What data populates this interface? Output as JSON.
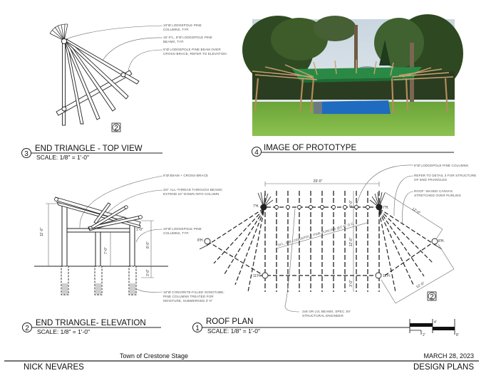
{
  "sheet": {
    "project": "Town of Crestone Stage",
    "date": "MARCH 28, 2023",
    "author": "NICK NEVARES",
    "sheet_title": "DESIGN PLANS"
  },
  "details": [
    {
      "number": "3",
      "title": "END TRIANGLE - TOP VIEW",
      "scale": "SCALE: 1/8\" = 1'-0\"",
      "ref_tag": "2",
      "notes": [
        {
          "line1": "10\"Ø LODGEPOLE PINE",
          "line2": "COLUMNS, TYP."
        },
        {
          "line1": "16'-0\"L, 6\"Ø LODGEPOLE PINE",
          "line2": "BEAMS, TYP."
        },
        {
          "line1": "6\"Ø LODGEPOLE PINE BEAM OVER",
          "line2": "CROSS-BRACE, REFER TO ELEVATION"
        }
      ]
    },
    {
      "number": "4",
      "title": "IMAGE OF PROTOTYPE",
      "image_alt": "Photo of wooden lodgepole pine stage prototype with green canvas roof on a lawn"
    },
    {
      "number": "2",
      "title": "END TRIANGLE- ELEVATION",
      "scale": "SCALE: 1/8\" = 1'-0\"",
      "dimensions": {
        "overall_height": "11'-0\"",
        "brace_height": "7'-0\"",
        "column_height": "8'-0\"",
        "top_offset": "1'-0\"",
        "embed_depth": "3'-0\"",
        "small_dim": "1'"
      },
      "notes": [
        {
          "line1": "6\"Ø BEAM + CROSS-BRACE",
          "line2": ""
        },
        {
          "line1": "3/4\" ALL-THREAD THROUGH BEAMS;",
          "line2": "EXTEND 24\" DOWN INTO COLUMN"
        },
        {
          "line1": "10\"Ø LODGEPOLE PINE",
          "line2": "COLUMNS, TYP."
        },
        {
          "line1": "16\"Ø CONCRETE-FILLED SONOTUBE;",
          "line2": "PINE COLUMNS TREATED FOR",
          "line3": "MOISTURE, SUBMERGED 3'-0\""
        }
      ]
    },
    {
      "number": "1",
      "title": "ROOF PLAN",
      "scale": "SCALE: 1/8\" = 1'-0\"",
      "ref_tag": "2",
      "dimensions": {
        "width": "29'-0\"",
        "depth": "12'-0\"",
        "top_overhang": "3'-0\"",
        "bottom_overhang": "3'-0\"",
        "triangle_side_a": "12'-0\"",
        "triangle_side_b": "12'-0\""
      },
      "column_heights": {
        "back_left": "7'H.",
        "back_right": "7'H.",
        "side_left": "8'H.",
        "side_right": "8'H.",
        "front_left": "11'H.",
        "front_right": "11'H."
      },
      "purlin_note": "16'L, 6\"Ø LODGEPOLE PINE PURLINS @2'-0\" O.C.",
      "notes": [
        {
          "line1": "6\"Ø LODGEPOLE PINE COLUMNS",
          "line2": ""
        },
        {
          "line1": "REFER TO DETAIL 3 FOR STRUCTURE",
          "line2": "OF END TRIANGLES"
        },
        {
          "line1": "ROOF: WAXED CANVAS",
          "line2": "STRETCHED OVER PURLINS"
        },
        {
          "line1": "2x8 OR LVL BEAMS; SPEC. BY",
          "line2": "STRUCTURAL ENGINEER"
        }
      ],
      "scale_bar": {
        "labels": [
          "2'",
          "4'",
          "8'"
        ]
      }
    }
  ]
}
